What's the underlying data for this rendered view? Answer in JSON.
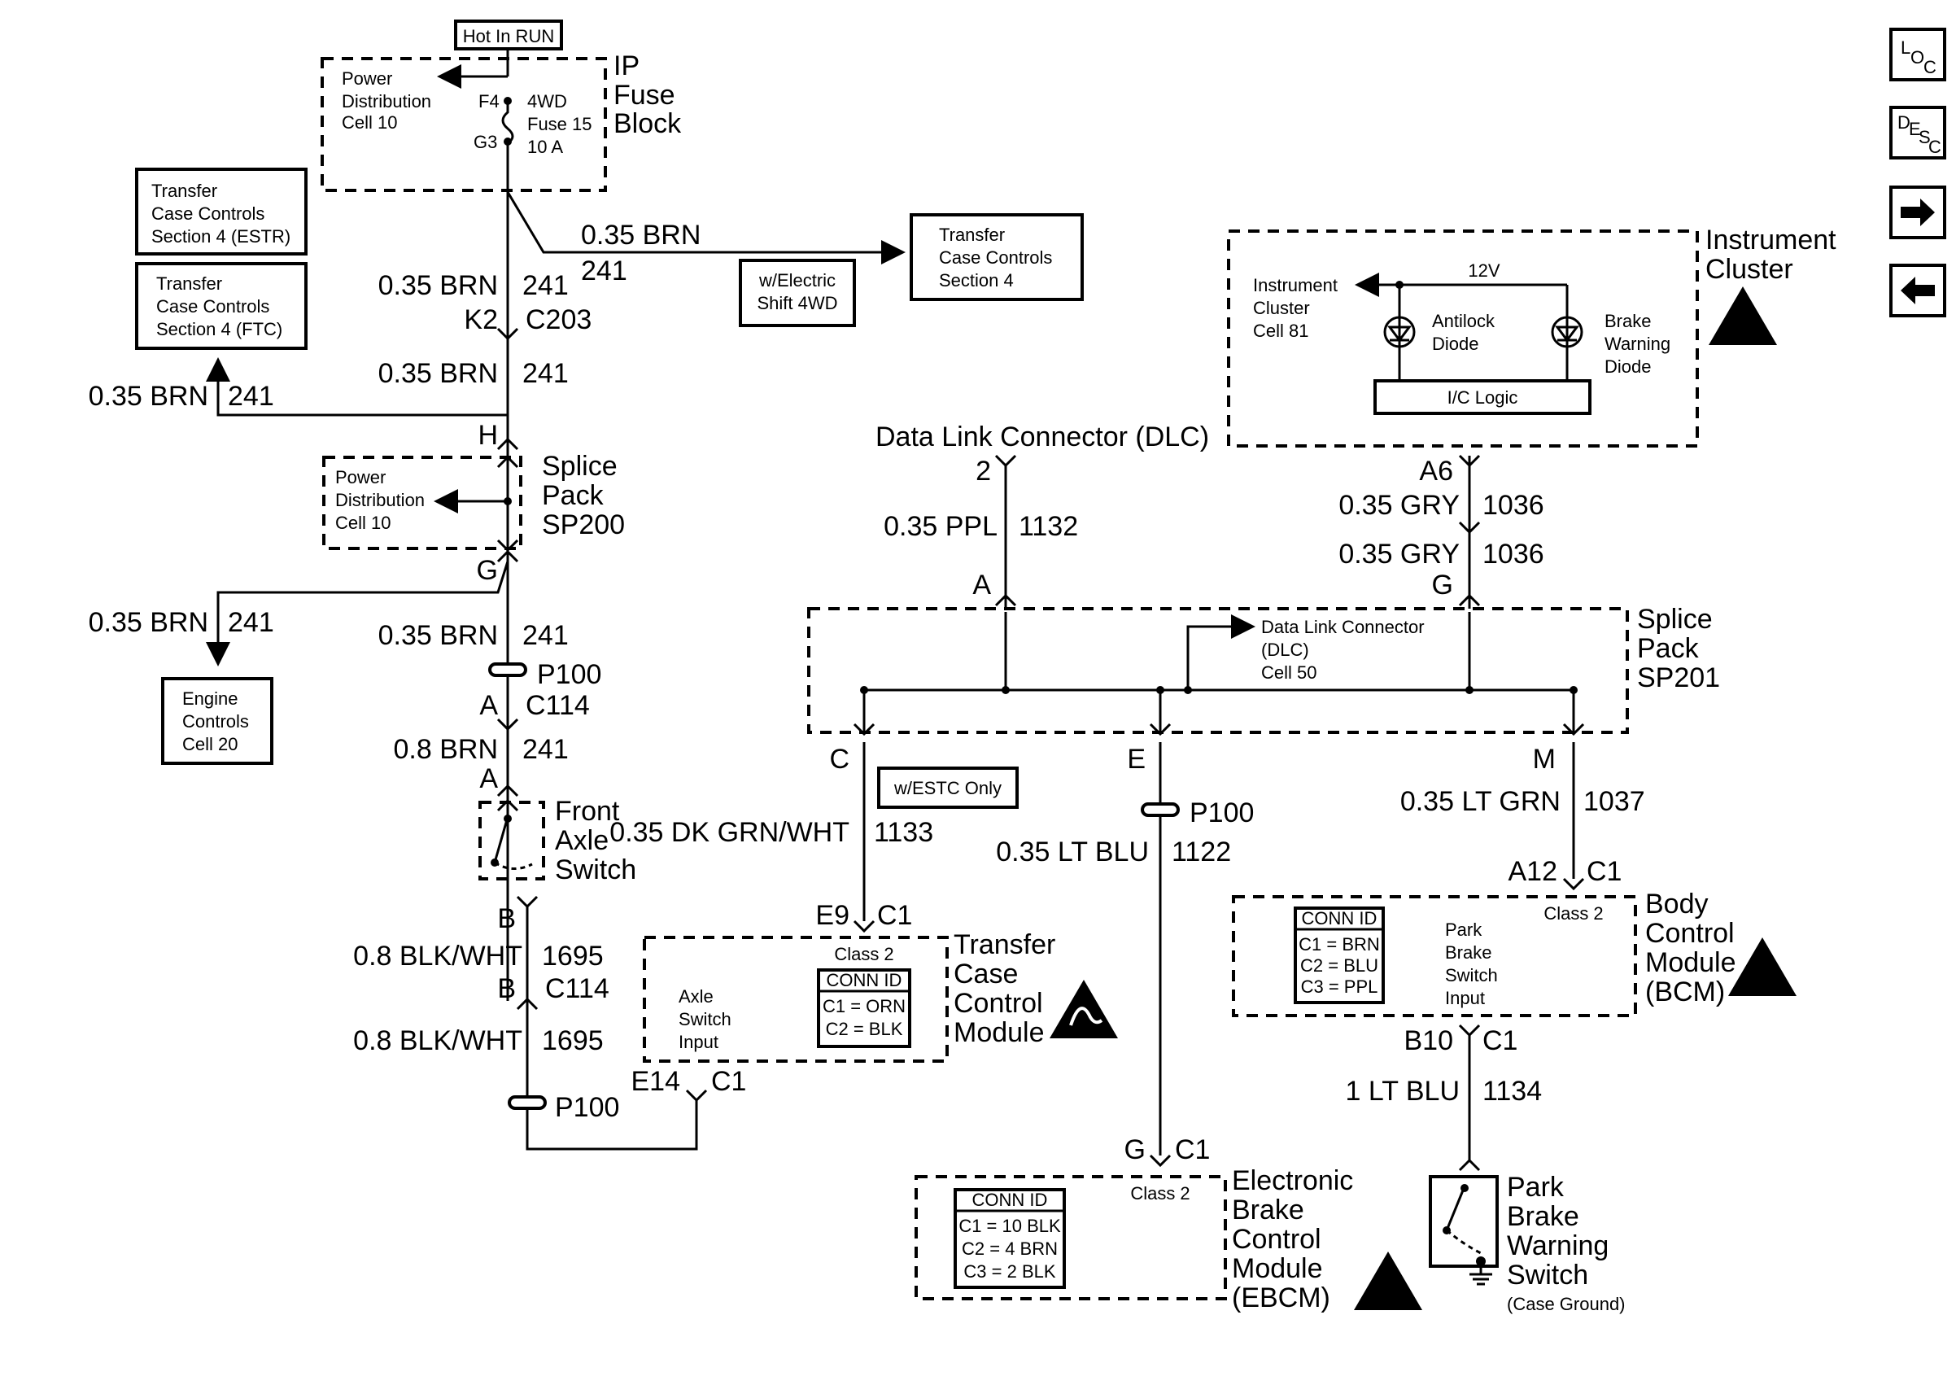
{
  "fuse_block": {
    "hot_label": "Hot In RUN",
    "title": [
      "IP",
      "Fuse",
      "Block"
    ],
    "power_dist": [
      "Power",
      "Distribution",
      "Cell 10"
    ],
    "pin_in": "F4",
    "pin_out": "G3",
    "fuse": [
      "4WD",
      "Fuse 15",
      "10 A"
    ]
  },
  "left_refs": {
    "tcc_estr": [
      "Transfer",
      "Case Controls",
      "Section 4 (ESTR)"
    ],
    "tcc_ftc": [
      "Transfer",
      "Case Controls",
      "Section 4 (FTC)"
    ],
    "engine": [
      "Engine",
      "Controls",
      "Cell 20"
    ]
  },
  "branch_tcc4": {
    "wire": "0.35 BRN",
    "circuit": "241",
    "condition": [
      "w/Electric",
      "Shift 4WD"
    ],
    "dest": [
      "Transfer",
      "Case Controls",
      "Section 4"
    ]
  },
  "main_feed": {
    "w1": "0.35 BRN",
    "c1": "241",
    "k2": "K2",
    "c203": "C203",
    "w2": "0.35 BRN",
    "c2": "241",
    "left_w": "0.35 BRN",
    "left_c": "241",
    "h": "H",
    "sp200": [
      "Splice",
      "Pack",
      "SP200"
    ],
    "sp200_pd": [
      "Power",
      "Distribution",
      "Cell 10"
    ],
    "g": "G",
    "left2_w": "0.35 BRN",
    "left2_c": "241",
    "w3": "0.35 BRN",
    "c3": "241",
    "p100": "P100",
    "a1": "A",
    "c114": "C114",
    "w4": "0.8 BRN",
    "c4": "241",
    "a2": "A",
    "fas": [
      "Front",
      "Axle",
      "Switch"
    ],
    "b1": "B",
    "w5": "0.8 BLK/WHT",
    "c5": "1695",
    "b2": "B",
    "c114b": "C114",
    "w6": "0.8 BLK/WHT",
    "c6": "1695",
    "p100b": "P100",
    "e14": "E14",
    "c1pin": "C1"
  },
  "tccm": {
    "title": [
      "Transfer",
      "Case",
      "Control",
      "Module"
    ],
    "class2": "Class 2",
    "input": [
      "Axle",
      "Switch",
      "Input"
    ],
    "conn_id": [
      "CONN ID",
      "C1 = ORN",
      "C2 = BLK"
    ],
    "pin": "E9",
    "conn": "C1",
    "wire": "0.35 DK GRN/WHT",
    "circuit": "1133",
    "cond": "w/ESTC Only",
    "c_pin": "C"
  },
  "dlc": {
    "title": "Data Link Connector (DLC)",
    "pin": "2",
    "wire": "0.35 PPL",
    "circuit": "1132",
    "a": "A"
  },
  "sp201": {
    "title": [
      "Splice",
      "Pack",
      "SP201"
    ],
    "ref": [
      "Data Link Connector",
      "(DLC)",
      "Cell 50"
    ]
  },
  "ic": {
    "title": [
      "Instrument",
      "Cluster"
    ],
    "ref": [
      "Instrument",
      "Cluster",
      "Cell 81"
    ],
    "v": "12V",
    "antilock": [
      "Antilock",
      "Diode"
    ],
    "brake": [
      "Brake",
      "Warning",
      "Diode"
    ],
    "logic": "I/C Logic",
    "a6": "A6",
    "w1": "0.35 GRY",
    "c1": "1036",
    "w2": "0.35 GRY",
    "c2": "1036",
    "g": "G"
  },
  "ebcm": {
    "e": "E",
    "p100": "P100",
    "wire": "0.35 LT BLU",
    "circuit": "1122",
    "g": "G",
    "c1": "C1",
    "class2": "Class 2",
    "title": [
      "Electronic",
      "Brake",
      "Control",
      "Module",
      "(EBCM)"
    ],
    "conn_id": [
      "CONN ID",
      "C1 = 10 BLK",
      "C2 = 4 BRN",
      "C3 = 2 BLK"
    ]
  },
  "bcm": {
    "m": "M",
    "wire": "0.35 LT GRN",
    "circuit": "1037",
    "a12": "A12",
    "c1": "C1",
    "class2": "Class 2",
    "title": [
      "Body",
      "Control",
      "Module",
      "(BCM)"
    ],
    "conn_id": [
      "CONN ID",
      "C1 = BRN",
      "C2 = BLU",
      "C3 = PPL"
    ],
    "input": [
      "Park",
      "Brake",
      "Switch",
      "Input"
    ],
    "b10": "B10",
    "c1b": "C1",
    "w2": "1 LT BLU",
    "c2": "1134"
  },
  "pbws": {
    "title": [
      "Park",
      "Brake",
      "Warning",
      "Switch"
    ],
    "note": "(Case Ground)"
  },
  "nav": {
    "loc_icon": "loc-icon",
    "desc_icon": "desc-icon",
    "next_icon": "arrow-right-icon",
    "prev_icon": "arrow-left-icon"
  }
}
